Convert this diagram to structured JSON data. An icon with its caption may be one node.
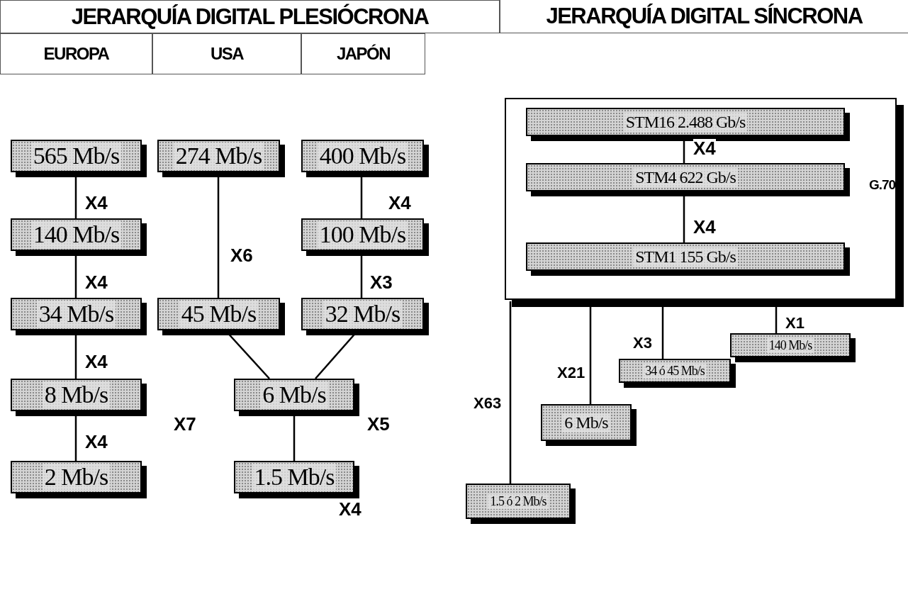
{
  "diagram": {
    "nodes": [
      {
        "text": [
          "565 Mb/s"
        ]
      },
      {
        "text": [
          "274 Mb/s"
        ]
      },
      {
        "text": [
          "400 Mb/s"
        ]
      },
      {
        "text": [
          "140 Mb/s"
        ]
      },
      {
        "text": [
          "100 Mb/s"
        ]
      },
      {
        "text": [
          "34 Mb/s"
        ]
      },
      {
        "text": [
          "45 Mb/s"
        ]
      },
      {
        "text": [
          "32 Mb/s"
        ]
      },
      {
        "text": [
          "8 Mb/s"
        ]
      },
      {
        "text": [
          "6 Mb/s"
        ]
      },
      {
        "text": [
          "2 Mb/s"
        ]
      },
      {
        "text": [
          "1.5 Mb/s"
        ]
      },
      {
        "text": [],
        "shape": "box"
      },
      {
        "text": [
          "STM16 2.488 Gb/s"
        ],
        "in": 12
      },
      {
        "text": [
          "STM4 622 Gb/s"
        ],
        "in": 12
      },
      {
        "text": [
          "STM1 155 Gb/s"
        ],
        "in": 12
      },
      {
        "text": [
          "140 Mb/s"
        ]
      },
      {
        "text": [
          "34 ó 45 Mb/s"
        ]
      },
      {
        "text": [
          "6 Mb/s"
        ]
      },
      {
        "text": [
          "1.5 ó 2 Mb/s"
        ]
      }
    ],
    "edges": [
      {
        "from": 0,
        "to": 3,
        "arrow": "none",
        "label": "X4"
      },
      {
        "from": 3,
        "to": 5,
        "arrow": "none",
        "label": "X4"
      },
      {
        "from": 5,
        "to": 8,
        "arrow": "none",
        "label": "X4"
      },
      {
        "from": 8,
        "to": 10,
        "arrow": "none",
        "label": "X4"
      },
      {
        "from": 1,
        "to": 6,
        "arrow": "none",
        "label": "X6"
      },
      {
        "from": 6,
        "to": 9,
        "arrow": "none",
        "label": "X7"
      },
      {
        "from": 9,
        "to": 11,
        "arrow": "none",
        "label": "X4"
      },
      {
        "from": 2,
        "to": 4,
        "arrow": "none",
        "label": "X4"
      },
      {
        "from": 4,
        "to": 7,
        "arrow": "none",
        "label": "X3"
      },
      {
        "from": 7,
        "to": 9,
        "arrow": "none",
        "label": "X5"
      },
      {
        "from": 13,
        "to": 14,
        "arrow": "none",
        "label": "X4"
      },
      {
        "from": 14,
        "to": 15,
        "arrow": "none",
        "label": "X4"
      },
      {
        "from": 12,
        "to": 19,
        "arrow": "none",
        "label": "X63"
      },
      {
        "from": 12,
        "to": 18,
        "arrow": "none",
        "label": "X21"
      },
      {
        "from": 12,
        "to": 17,
        "arrow": "none",
        "label": "X3"
      },
      {
        "from": 12,
        "to": 16,
        "arrow": "none",
        "label": "X1"
      }
    ],
    "labels": [
      "JERARQUÍA DIGITAL PLESIÓCRONA",
      "JERARQUÍA DIGITAL SÍNCRONA",
      "EUROPA",
      "USA",
      "JAPÓN",
      "G.70"
    ]
  }
}
